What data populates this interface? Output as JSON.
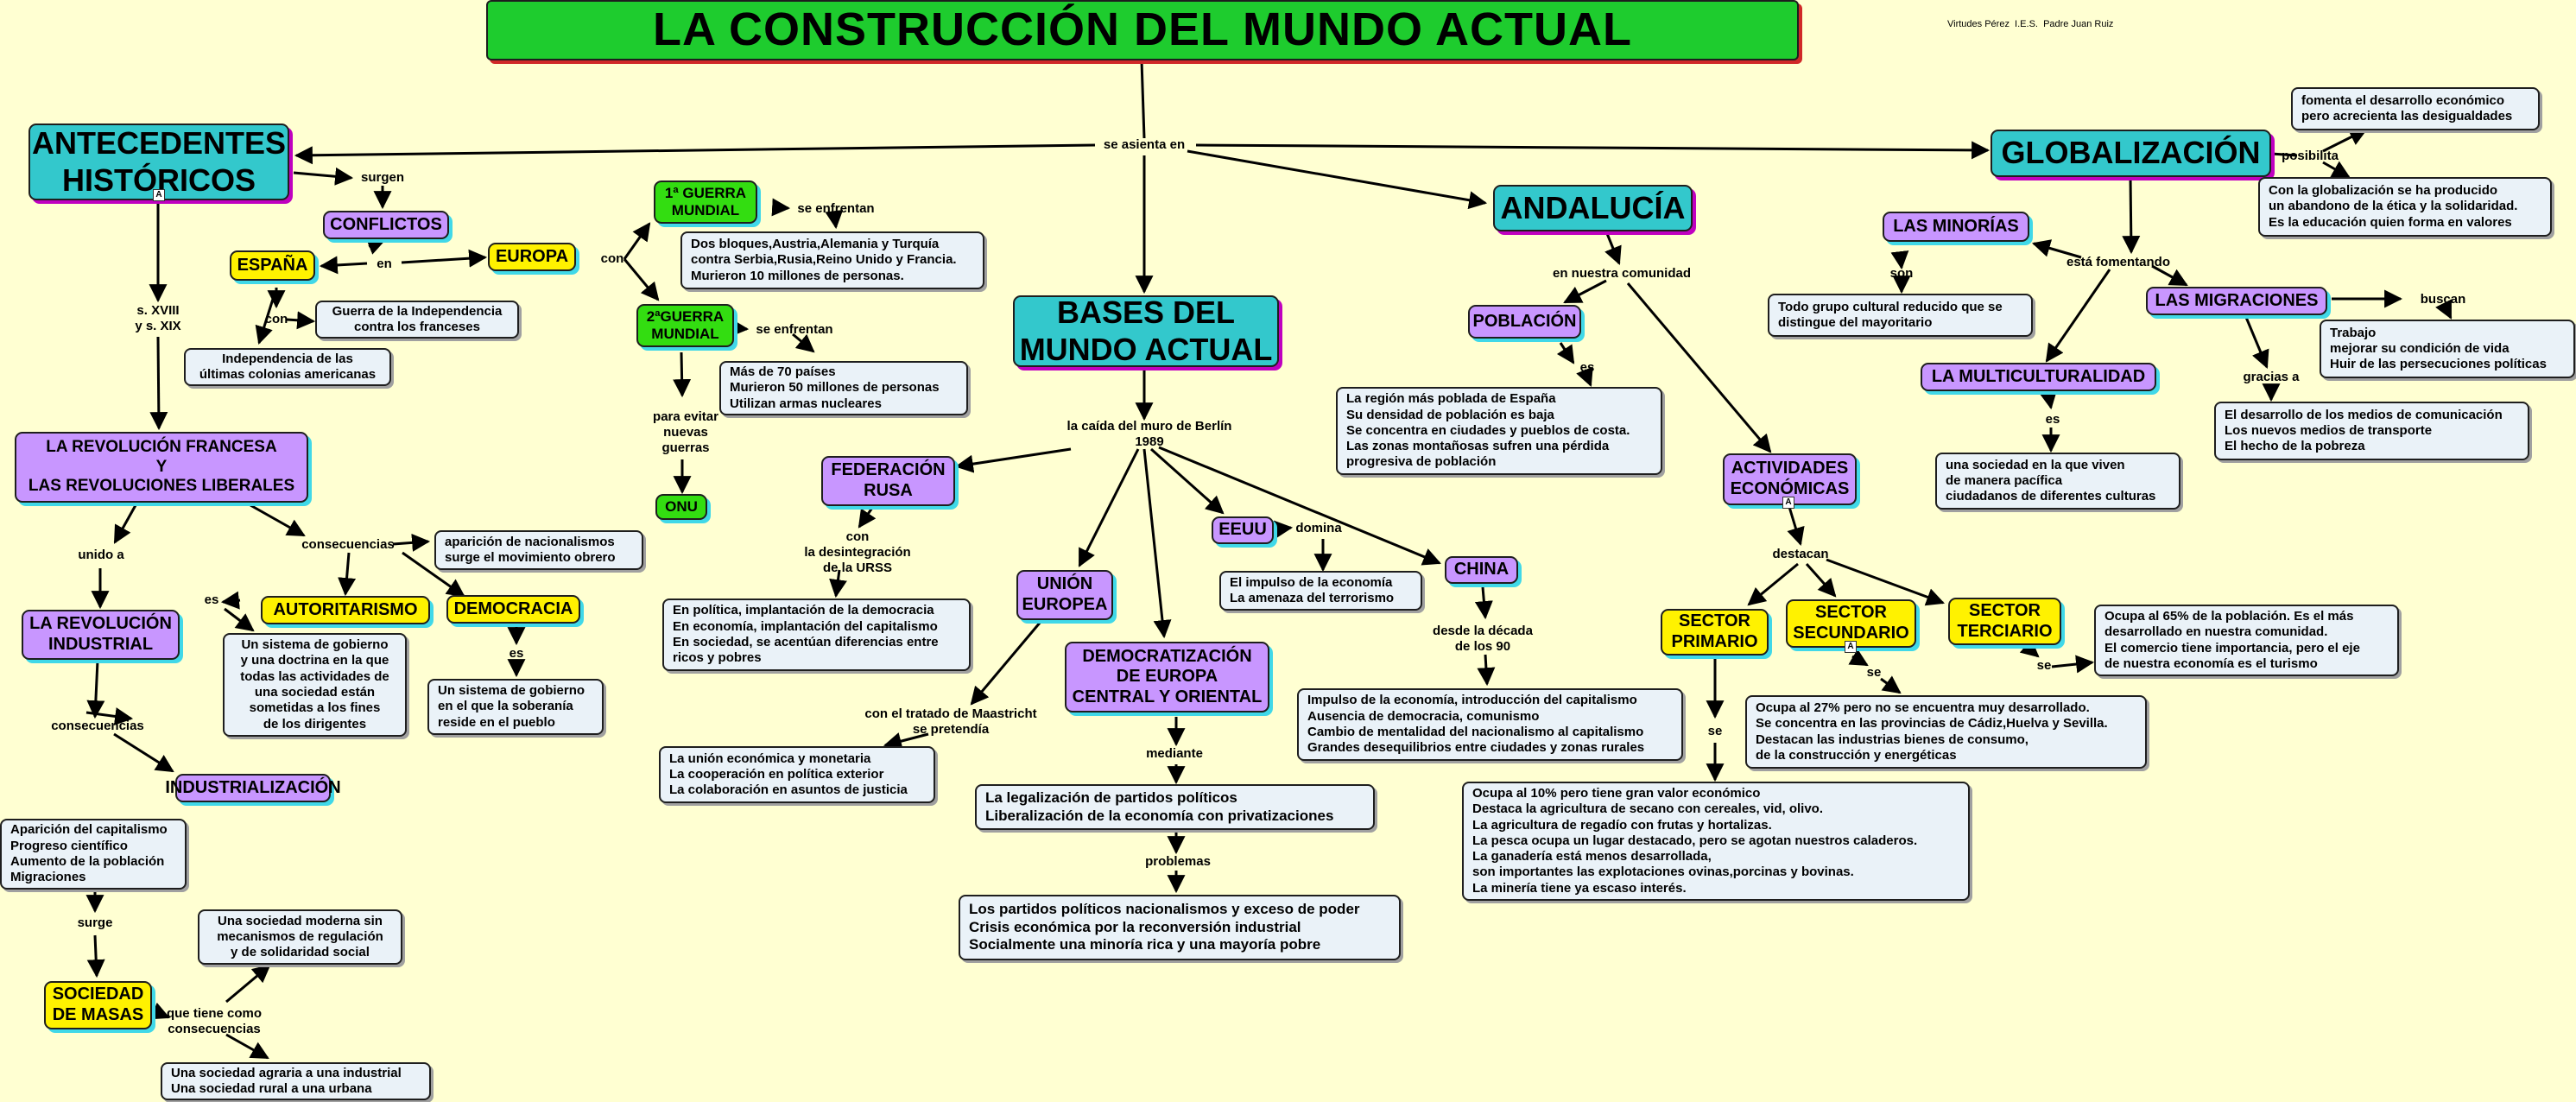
{
  "credit": "Virtudes Pérez  I.E.S.  Padre Juan Ruiz",
  "nodes": {
    "title": "LA CONSTRUCCIÓN DEL MUNDO ACTUAL",
    "antecedentes": "ANTECEDENTES\nHISTÓRICOS",
    "bases": "BASES DEL\nMUNDO ACTUAL",
    "andalucia": "ANDALUCÍA",
    "globalizacion": "GLOBALIZACIÓN",
    "conflictos": "CONFLICTOS",
    "espana": "ESPAÑA",
    "europa": "EUROPA",
    "guerra1": "1ª GUERRA\nMUNDIAL",
    "guerra2": "2ªGUERRA\nMUNDIAL",
    "onu": "ONU",
    "rev_francesa": "LA REVOLUCIÓN FRANCESA\nY\nLAS REVOLUCIONES LIBERALES",
    "rev_industrial": "LA REVOLUCIÓN\nINDUSTRIAL",
    "autoritarismo": "AUTORITARISMO",
    "democracia": "DEMOCRACIA",
    "industrializacion": "INDUSTRIALIZACIÓN",
    "sociedad_masas": "SOCIEDAD\nDE MASAS",
    "federacion_rusa": "FEDERACIÓN\nRUSA",
    "union_europea": "UNIÓN\nEUROPEA",
    "eeuu": "EEUU",
    "china": "CHINA",
    "democratizacion": "DEMOCRATIZACIÓN\nDE EUROPA\nCENTRAL Y ORIENTAL",
    "poblacion": "POBLACIÓN",
    "actividades": "ACTIVIDADES\nECONÓMICAS",
    "sector_primario": "SECTOR\nPRIMARIO",
    "sector_secundario": "SECTOR\nSECUNDARIO",
    "sector_terciario": "SECTOR\nTERCIARIO",
    "minorias": "LAS MINORÍAS",
    "migraciones": "LAS MIGRACIONES",
    "multiculturalidad": "LA MULTICULTURALIDAD"
  },
  "boxes": {
    "guerra_independencia": "Guerra de la Independencia\ncontra los franceses",
    "independencia_colonias": "Independencia de las\núltimas colonias americanas",
    "bloques": "Dos bloques,Austria,Alemania y Turquía\ncontra Serbia,Rusia,Reino Unido y Francia.\nMurieron 10 millones de personas.",
    "segunda_guerra": "Más de 70 países\nMurieron 50 millones de personas\nUtilizan armas nucleares",
    "nacionalismos": "aparición de nacionalismos\nsurge el movimiento obrero",
    "autoritarismo_def": "Un sistema de gobierno\ny una doctrina en la que\ntodas las actividades de\nuna sociedad están\nsometidas a los fines\nde los dirigentes",
    "democracia_def": "Un sistema de gobierno\nen el que la soberanía\nreside en el pueblo",
    "capitalismo": "Aparición del capitalismo\nProgreso científico\nAumento de la población\nMigraciones",
    "sociedad_moderna": "Una sociedad moderna sin\nmecanismos de regulación\ny de solidaridad social",
    "sociedad_agraria": "Una sociedad agraria a una industrial\nUna sociedad rural a una urbana",
    "rusa_def": "En política, implantación de la democracia\nEn economía, implantación del capitalismo\nEn sociedad, se acentúan diferencias entre\n ricos y pobres",
    "ue_def": "La unión económica y monetaria\nLa cooperación en política exterior\nLa colaboración en asuntos de justicia",
    "eeuu_def": "El impulso de la economía\nLa amenaza del terrorismo",
    "china_def": "Impulso de la economía, introducción del capitalismo\nAusencia de democracia, comunismo\nCambio de mentalidad del nacionalismo al capitalismo\nGrandes desequilibrios entre ciudades y zonas rurales",
    "legalizacion": "La legalización de partidos políticos\nLiberalización de la economía con privatizaciones",
    "problemas_def": "Los partidos políticos nacionalismos y exceso de poder\nCrisis económica por la reconversión industrial\nSocialmente una minoría rica y una mayoría pobre",
    "poblacion_def": "La región más poblada de España\nSu densidad de población es baja\nSe concentra en ciudades y pueblos de costa.\nLas zonas montañosas sufren una pérdida\nprogresiva de población",
    "primario_def": "Ocupa al 10% pero tiene  gran valor económico\nDestaca la agricultura de secano con cereales, vid, olivo.\nLa agricultura de regadío con frutas y hortalizas.\nLa pesca ocupa  un lugar destacado, pero se agotan nuestros caladeros.\nLa ganadería está menos desarrollada,\nson importantes las explotaciones ovinas,porcinas y bovinas.\nLa minería tiene ya escaso interés.",
    "secundario_def": "Ocupa al 27% pero no se encuentra muy desarrollado.\nSe concentra en las provincias de Cádiz,Huelva y Sevilla.\nDestacan las industrias bienes de consumo,\nde la construcción y energéticas",
    "terciario_def": "Ocupa al 65%  de la población. Es el más\ndesarrollado en nuestra comunidad.\nEl comercio tiene importancia, pero el eje\nde nuestra economía es el turismo",
    "fomenta": "fomenta el desarrollo económico\npero acrecienta las desigualdades",
    "abandono": "Con la globalización se ha producido\nun abandono de la ética y la solidaridad.\nEs la educación quien forma en valores",
    "minorias_def": "Todo grupo cultural reducido que se\ndistingue del mayoritario",
    "trabajo": "Trabajo\nmejorar su condición de vida\nHuir de las persecuciones políticas",
    "desarrollo_medios": "El desarrollo de los medios de comunicación\nLos nuevos medios de transporte\nEl hecho de la pobreza",
    "multi_def": "una sociedad en la que  viven\nde manera pacífica\nciudadanos de diferentes culturas"
  },
  "labels": {
    "se_asienta": "se asienta en",
    "surgen": "surgen",
    "en": "en",
    "con_europa": "con",
    "con_espana": "con",
    "se_enfrentan1": "se enfrentan",
    "se_enfrentan2": "se enfrentan",
    "para_evitar": "para evitar\nnuevas\nguerras",
    "siglos": "s. XVIII\ny s. XIX",
    "unido_a": "unido a",
    "consecuencias1": "consecuencias",
    "es_aut": "es",
    "es_dem": "es",
    "consecuencias2": "consecuencias",
    "surge": "surge",
    "que_tiene": "que tiene como\nconsecuencias",
    "caida_muro": "la caída del muro de Berlín\n1989",
    "con_desintegracion": "con\nla desintegración\nde la URSS",
    "maastricht": "con el tratado de Maastricht\nse pretendía",
    "domina": "domina",
    "desde_decada": "desde la década\nde los 90",
    "mediante": "mediante",
    "problemas": "problemas",
    "nuestra_comunidad": "en nuestra comunidad",
    "es_pob": "es",
    "destacan": "destacan",
    "se_prim": "se",
    "se_sec": "se",
    "se_ter": "se",
    "posibilita": "posibilita",
    "esta_fomentando": "está fomentando",
    "son": "son",
    "buscan": "buscan",
    "gracias_a": "gracias a",
    "es_multi": "es"
  }
}
